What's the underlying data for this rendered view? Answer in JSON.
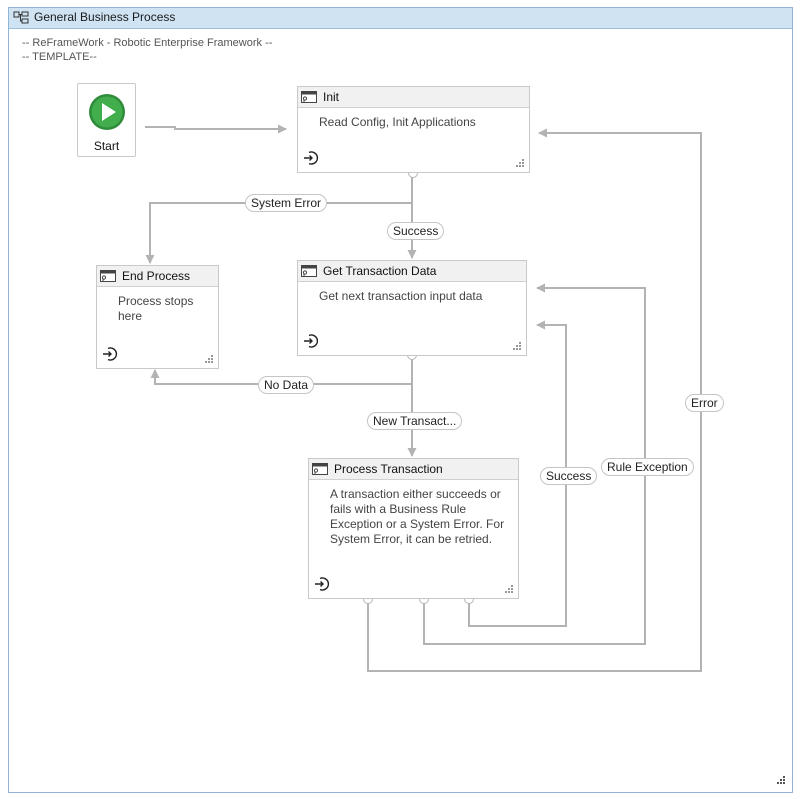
{
  "flowchart": {
    "title": "General Business Process",
    "comment_line1": "-- ReFrameWork - Robotic Enterprise Framework --",
    "comment_line2": "-- TEMPLATE--"
  },
  "start": {
    "label": "Start"
  },
  "states": {
    "init": {
      "title": "Init",
      "description": "Read Config, Init Applications"
    },
    "end_process": {
      "title": "End Process",
      "description": "Process stops here"
    },
    "get_transaction": {
      "title": "Get Transaction Data",
      "description": "Get next transaction input data"
    },
    "process_transaction": {
      "title": "Process Transaction",
      "description": "A transaction either succeeds or fails with a Business Rule Exception or a System Error. For System Error, it can be retried."
    }
  },
  "transitions": {
    "system_error": "System Error",
    "success_init": "Success",
    "no_data": "No Data",
    "new_transaction": "New Transact...",
    "success_process": "Success",
    "rule_exception": "Rule Exception",
    "error": "Error"
  },
  "icons": [
    "flowchart-icon",
    "state-icon",
    "entry-icon",
    "resize-grip-icon",
    "start-play-icon"
  ],
  "colors": {
    "header_bg": "#cfe3f3",
    "frame_border": "#8fb6d8",
    "start_green": "#3aa44a",
    "wire": "#b3b3b3"
  }
}
